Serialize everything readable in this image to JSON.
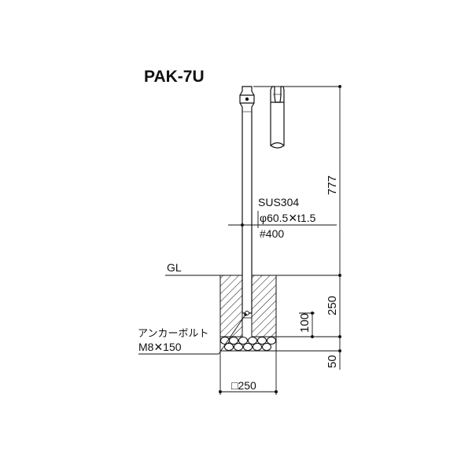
{
  "title": "PAK-7U",
  "material": {
    "line1": "SUS304",
    "line2": "φ60.5✕t1.5",
    "line3": "#400"
  },
  "ground_label": "GL",
  "anchor_bolt": {
    "line1": "アンカーボルト",
    "line2": "M8✕150"
  },
  "dimensions": {
    "height_above_ground": "777",
    "embed_depth": "250",
    "bolt_depth": "100",
    "gravel_depth": "50",
    "foundation_width": "□250"
  },
  "colors": {
    "line": "#111111",
    "background": "#ffffff"
  }
}
